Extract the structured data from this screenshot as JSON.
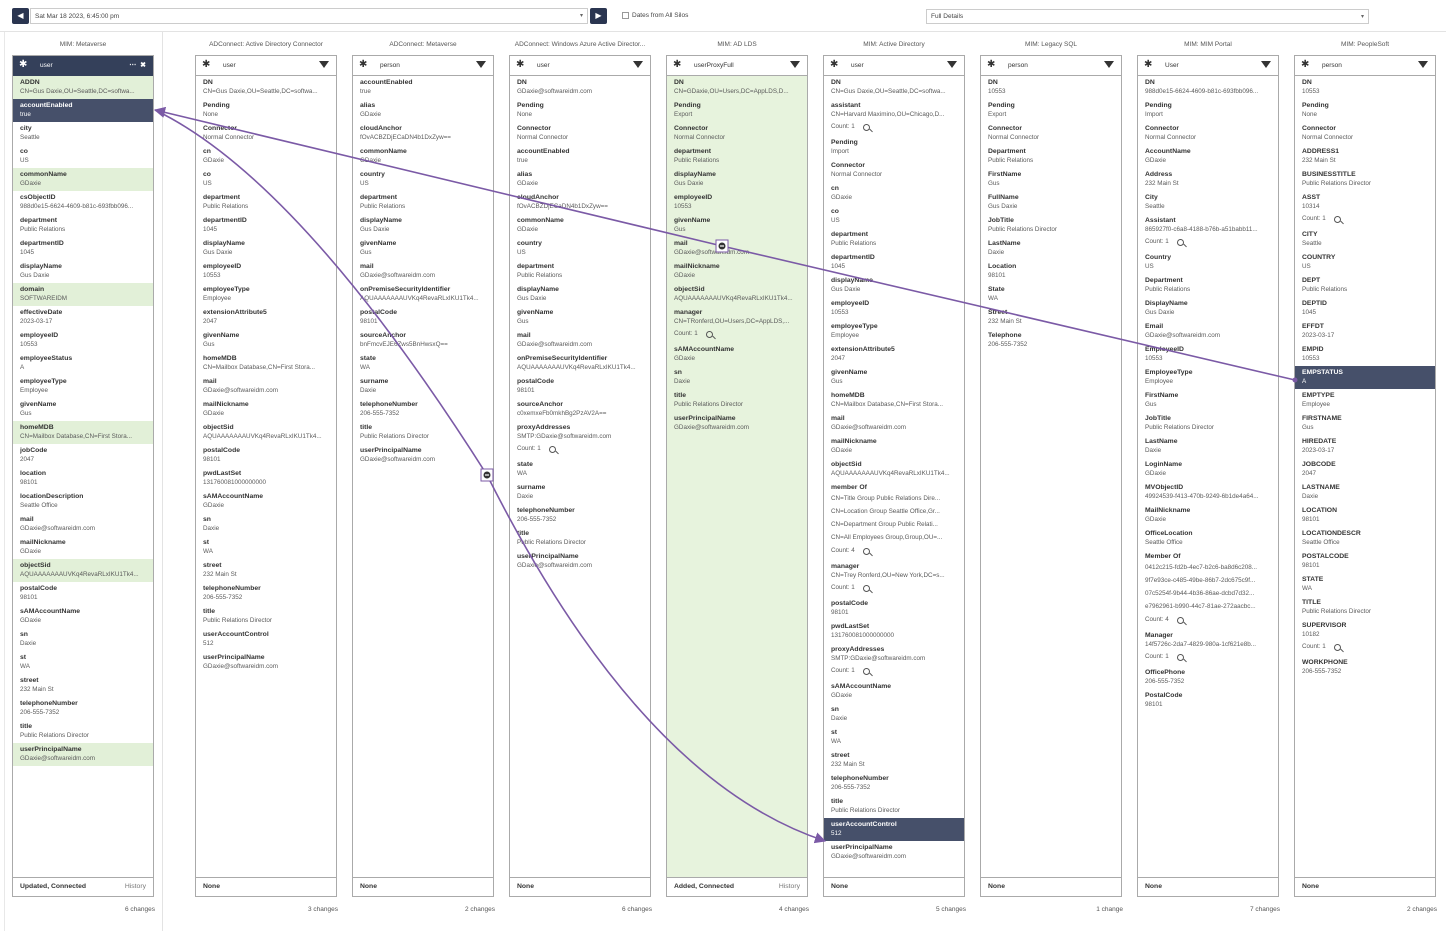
{
  "toolbar": {
    "prev": "◀",
    "next": "▶",
    "date": "Sat Mar 18 2023, 6:45:00 pm",
    "silos": "Dates from All Silos",
    "details": "Full Details"
  },
  "columns": [
    {
      "title": "MIM: Metaverse",
      "type": "user",
      "header": "dark",
      "controls": "⋯ ✖",
      "footer": "Updated, Connected",
      "history": "History",
      "changes": "6 changes",
      "attrs": [
        {
          "n": "ADDN",
          "v": "CN=Gus Daxie,OU=Seattle,DC=softwa...",
          "s": "hl"
        },
        {
          "n": "accountEnabled",
          "v": "true",
          "s": "sel"
        },
        {
          "n": "city",
          "v": "Seattle"
        },
        {
          "n": "co",
          "v": "US"
        },
        {
          "n": "commonName",
          "v": "GDaxie",
          "s": "hl"
        },
        {
          "n": "csObjectID",
          "v": "988d0e15-6624-4609-b81c-693fbb096..."
        },
        {
          "n": "department",
          "v": "Public Relations"
        },
        {
          "n": "departmentID",
          "v": "1045"
        },
        {
          "n": "displayName",
          "v": "Gus Daxie"
        },
        {
          "n": "domain",
          "v": "SOFTWAREIDM",
          "s": "hl"
        },
        {
          "n": "effectiveDate",
          "v": "2023-03-17"
        },
        {
          "n": "employeeID",
          "v": "10553"
        },
        {
          "n": "employeeStatus",
          "v": "A"
        },
        {
          "n": "employeeType",
          "v": "Employee"
        },
        {
          "n": "givenName",
          "v": "Gus"
        },
        {
          "n": "homeMDB",
          "v": "CN=Mailbox Database,CN=First Stora...",
          "s": "hl"
        },
        {
          "n": "jobCode",
          "v": "2047"
        },
        {
          "n": "location",
          "v": "98101"
        },
        {
          "n": "locationDescription",
          "v": "Seattle Office"
        },
        {
          "n": "mail",
          "v": "GDaxie@softwareidm.com"
        },
        {
          "n": "mailNickname",
          "v": "GDaxie"
        },
        {
          "n": "objectSid",
          "v": "AQUAAAAAAAUVKq4RevaRLxIKU1Tk4...",
          "s": "hl"
        },
        {
          "n": "postalCode",
          "v": "98101"
        },
        {
          "n": "sAMAccountName",
          "v": "GDaxie"
        },
        {
          "n": "sn",
          "v": "Daxie"
        },
        {
          "n": "st",
          "v": "WA"
        },
        {
          "n": "street",
          "v": "232 Main St"
        },
        {
          "n": "telephoneNumber",
          "v": "206-555-7352"
        },
        {
          "n": "title",
          "v": "Public Relations Director"
        },
        {
          "n": "userPrincipalName",
          "v": "GDaxie@softwareidm.com",
          "s": "hl"
        }
      ]
    },
    {
      "title": "ADConnect: Active Directory Connector",
      "type": "user",
      "footer": "None",
      "changes": "3 changes",
      "attrs": [
        {
          "n": "DN",
          "v": "CN=Gus Daxie,OU=Seattle,DC=softwa..."
        },
        {
          "n": "Pending",
          "v": "None"
        },
        {
          "n": "Connector",
          "v": "Normal Connector"
        },
        {
          "n": "cn",
          "v": "GDaxie"
        },
        {
          "n": "co",
          "v": "US"
        },
        {
          "n": "department",
          "v": "Public Relations"
        },
        {
          "n": "departmentID",
          "v": "1045"
        },
        {
          "n": "displayName",
          "v": "Gus Daxie"
        },
        {
          "n": "employeeID",
          "v": "10553"
        },
        {
          "n": "employeeType",
          "v": "Employee"
        },
        {
          "n": "extensionAttribute5",
          "v": "2047"
        },
        {
          "n": "givenName",
          "v": "Gus"
        },
        {
          "n": "homeMDB",
          "v": "CN=Mailbox Database,CN=First Stora..."
        },
        {
          "n": "mail",
          "v": "GDaxie@softwareidm.com"
        },
        {
          "n": "mailNickname",
          "v": "GDaxie"
        },
        {
          "n": "objectSid",
          "v": "AQUAAAAAAAUVKq4RevaRLxIKU1Tk4..."
        },
        {
          "n": "postalCode",
          "v": "98101"
        },
        {
          "n": "pwdLastSet",
          "v": "131760081000000000"
        },
        {
          "n": "sAMAccountName",
          "v": "GDaxie"
        },
        {
          "n": "sn",
          "v": "Daxie"
        },
        {
          "n": "st",
          "v": "WA"
        },
        {
          "n": "street",
          "v": "232 Main St"
        },
        {
          "n": "telephoneNumber",
          "v": "206-555-7352"
        },
        {
          "n": "title",
          "v": "Public Relations Director"
        },
        {
          "n": "userAccountControl",
          "v": "512"
        },
        {
          "n": "userPrincipalName",
          "v": "GDaxie@softwareidm.com"
        }
      ]
    },
    {
      "title": "ADConnect: Metaverse",
      "type": "person",
      "footer": "None",
      "changes": "2 changes",
      "attrs": [
        {
          "n": "accountEnabled",
          "v": "true"
        },
        {
          "n": "alias",
          "v": "GDaxie"
        },
        {
          "n": "cloudAnchor",
          "v": "fOvACBZDjECaDN4b1DxZyw=="
        },
        {
          "n": "commonName",
          "v": "GDaxie"
        },
        {
          "n": "country",
          "v": "US"
        },
        {
          "n": "department",
          "v": "Public Relations"
        },
        {
          "n": "displayName",
          "v": "Gus Daxie"
        },
        {
          "n": "givenName",
          "v": "Gus"
        },
        {
          "n": "mail",
          "v": "GDaxie@softwareidm.com"
        },
        {
          "n": "onPremiseSecurityIdentifier",
          "v": "AQUAAAAAAAUVKq4RevaRLxIKU1Tk4..."
        },
        {
          "n": "postalCode",
          "v": "98101"
        },
        {
          "n": "sourceAnchor",
          "v": "bnFmcvEJE6Zws5BnHwsxQ=="
        },
        {
          "n": "state",
          "v": "WA"
        },
        {
          "n": "surname",
          "v": "Daxie"
        },
        {
          "n": "telephoneNumber",
          "v": "206-555-7352"
        },
        {
          "n": "title",
          "v": "Public Relations Director"
        },
        {
          "n": "userPrincipalName",
          "v": "GDaxie@softwareidm.com"
        }
      ]
    },
    {
      "title": "ADConnect: Windows Azure Active Director...",
      "type": "user",
      "footer": "None",
      "changes": "6 changes",
      "attrs": [
        {
          "n": "DN",
          "v": "GDaxie@softwareidm.com"
        },
        {
          "n": "Pending",
          "v": "None"
        },
        {
          "n": "Connector",
          "v": "Normal Connector"
        },
        {
          "n": "accountEnabled",
          "v": "true"
        },
        {
          "n": "alias",
          "v": "GDaxie"
        },
        {
          "n": "cloudAnchor",
          "v": "fOvACBZDjECaDN4b1DxZyw=="
        },
        {
          "n": "commonName",
          "v": "GDaxie"
        },
        {
          "n": "country",
          "v": "US"
        },
        {
          "n": "department",
          "v": "Public Relations"
        },
        {
          "n": "displayName",
          "v": "Gus Daxie"
        },
        {
          "n": "givenName",
          "v": "Gus"
        },
        {
          "n": "mail",
          "v": "GDaxie@softwareidm.com"
        },
        {
          "n": "onPremiseSecurityIdentifier",
          "v": "AQUAAAAAAAUVKq4RevaRLxIKU1Tk4..."
        },
        {
          "n": "postalCode",
          "v": "98101"
        },
        {
          "n": "sourceAnchor",
          "v": "c0xemxeFb0mkhBg2PzAV2A=="
        },
        {
          "n": "proxyAddresses",
          "v": "SMTP:GDaxie@softwareidm.com",
          "c": "Count: 1"
        },
        {
          "n": "state",
          "v": "WA"
        },
        {
          "n": "surname",
          "v": "Daxie"
        },
        {
          "n": "telephoneNumber",
          "v": "206-555-7352"
        },
        {
          "n": "title",
          "v": "Public Relations Director"
        },
        {
          "n": "userPrincipalName",
          "v": "GDaxie@softwareidm.com"
        }
      ]
    },
    {
      "title": "MIM: AD LDS",
      "type": "userProxyFull",
      "filled": true,
      "footer": "Added, Connected",
      "history": "History",
      "changes": "4 changes",
      "attrs": [
        {
          "n": "DN",
          "v": "CN=GDaxie,OU=Users,DC=AppLDS,D..."
        },
        {
          "n": "Pending",
          "v": "Export"
        },
        {
          "n": "Connector",
          "v": "Normal Connector"
        },
        {
          "n": "department",
          "v": "Public Relations"
        },
        {
          "n": "displayName",
          "v": "Gus Daxie"
        },
        {
          "n": "employeeID",
          "v": "10553"
        },
        {
          "n": "givenName",
          "v": "Gus"
        },
        {
          "n": "mail",
          "v": "GDaxie@softwareidm.com"
        },
        {
          "n": "mailNickname",
          "v": "GDaxie"
        },
        {
          "n": "objectSid",
          "v": "AQUAAAAAAAUVKq4RevaRLxIKU1Tk4..."
        },
        {
          "n": "manager",
          "v": "CN=TRonferd,OU=Users,DC=AppLDS,...",
          "c": "Count: 1"
        },
        {
          "n": "sAMAccountName",
          "v": "GDaxie"
        },
        {
          "n": "sn",
          "v": "Daxie"
        },
        {
          "n": "title",
          "v": "Public Relations Director"
        },
        {
          "n": "userPrincipalName",
          "v": "GDaxie@softwareidm.com"
        }
      ]
    },
    {
      "title": "MIM: Active Directory",
      "type": "user",
      "footer": "None",
      "changes": "5 changes",
      "attrs": [
        {
          "n": "DN",
          "v": "CN=Gus Daxie,OU=Seattle,DC=softwa..."
        },
        {
          "n": "assistant",
          "v": "CN=Harvard Maximino,OU=Chicago,D...",
          "c": "Count: 1"
        },
        {
          "n": "Pending",
          "v": "Import"
        },
        {
          "n": "Connector",
          "v": "Normal Connector"
        },
        {
          "n": "cn",
          "v": "GDaxie"
        },
        {
          "n": "co",
          "v": "US"
        },
        {
          "n": "department",
          "v": "Public Relations"
        },
        {
          "n": "departmentID",
          "v": "1045"
        },
        {
          "n": "displayName",
          "v": "Gus Daxie"
        },
        {
          "n": "employeeID",
          "v": "10553"
        },
        {
          "n": "employeeType",
          "v": "Employee"
        },
        {
          "n": "extensionAttribute5",
          "v": "2047"
        },
        {
          "n": "givenName",
          "v": "Gus"
        },
        {
          "n": "homeMDB",
          "v": "CN=Mailbox Database,CN=First Stora..."
        },
        {
          "n": "mail",
          "v": "GDaxie@softwareidm.com"
        },
        {
          "n": "mailNickname",
          "v": "GDaxie"
        },
        {
          "n": "objectSid",
          "v": "AQUAAAAAAAUVKq4RevaRLxIKU1Tk4..."
        },
        {
          "n": "member Of",
          "vs": [
            "CN=Title Group    Public Relations Dire...",
            "CN=Location Group    Seattle Office,Gr...",
            "CN=Department Group    Public Relati...",
            "CN=All Employees Group,Group,OU=..."
          ],
          "c": "Count: 4"
        },
        {
          "n": "manager",
          "v": "CN=Trey Ronferd,OU=New York,DC=s...",
          "c": "Count: 1"
        },
        {
          "n": "postalCode",
          "v": "98101"
        },
        {
          "n": "pwdLastSet",
          "v": "131760081000000000"
        },
        {
          "n": "proxyAddresses",
          "v": "SMTP:GDaxie@softwareidm.com",
          "c": "Count: 1"
        },
        {
          "n": "sAMAccountName",
          "v": "GDaxie"
        },
        {
          "n": "sn",
          "v": "Daxie"
        },
        {
          "n": "st",
          "v": "WA"
        },
        {
          "n": "street",
          "v": "232 Main St"
        },
        {
          "n": "telephoneNumber",
          "v": "206-555-7352"
        },
        {
          "n": "title",
          "v": "Public Relations Director"
        },
        {
          "n": "userAccountControl",
          "v": "512",
          "s": "sel"
        },
        {
          "n": "userPrincipalName",
          "v": "GDaxie@softwareidm.com"
        }
      ]
    },
    {
      "title": "MIM: Legacy SQL",
      "type": "person",
      "footer": "None",
      "changes": "1 change",
      "attrs": [
        {
          "n": "DN",
          "v": "10553"
        },
        {
          "n": "Pending",
          "v": "Export"
        },
        {
          "n": "Connector",
          "v": "Normal Connector"
        },
        {
          "n": "Department",
          "v": "Public Relations"
        },
        {
          "n": "FirstName",
          "v": "Gus"
        },
        {
          "n": "FullName",
          "v": "Gus Daxie"
        },
        {
          "n": "JobTitle",
          "v": "Public Relations Director"
        },
        {
          "n": "LastName",
          "v": "Daxie"
        },
        {
          "n": "Location",
          "v": "98101"
        },
        {
          "n": "State",
          "v": "WA"
        },
        {
          "n": "Street",
          "v": "232 Main St"
        },
        {
          "n": "Telephone",
          "v": "206-555-7352"
        }
      ]
    },
    {
      "title": "MIM: MIM Portal",
      "type": "User",
      "footer": "None",
      "changes": "7 changes",
      "attrs": [
        {
          "n": "DN",
          "v": "988d0e15-6624-4609-b81c-693fbb096..."
        },
        {
          "n": "Pending",
          "v": "Import"
        },
        {
          "n": "Connector",
          "v": "Normal Connector"
        },
        {
          "n": "AccountName",
          "v": "GDaxie"
        },
        {
          "n": "Address",
          "v": "232 Main St"
        },
        {
          "n": "City",
          "v": "Seattle"
        },
        {
          "n": "Assistant",
          "v": "865927f0-c6a8-4188-b76b-a51babb11...",
          "c": "Count: 1"
        },
        {
          "n": "Country",
          "v": "US"
        },
        {
          "n": "Department",
          "v": "Public Relations"
        },
        {
          "n": "DisplayName",
          "v": "Gus Daxie"
        },
        {
          "n": "Email",
          "v": "GDaxie@softwareidm.com"
        },
        {
          "n": "EmployeeID",
          "v": "10553"
        },
        {
          "n": "EmployeeType",
          "v": "Employee"
        },
        {
          "n": "FirstName",
          "v": "Gus"
        },
        {
          "n": "JobTitle",
          "v": "Public Relations Director"
        },
        {
          "n": "LastName",
          "v": "Daxie"
        },
        {
          "n": "LoginName",
          "v": "GDaxie"
        },
        {
          "n": "MVObjectID",
          "v": "49924539-f413-470b-9249-6b1de4a64..."
        },
        {
          "n": "MailNickname",
          "v": "GDaxie"
        },
        {
          "n": "OfficeLocation",
          "v": "Seattle Office"
        },
        {
          "n": "Member Of",
          "vs": [
            "0412c215-fd2b-4ec7-b2c6-ba8d6c208...",
            "9f7e93ce-c485-49be-86b7-2dc675c9f...",
            "07c5254f-9b44-4b36-86ae-dcbd7d32...",
            "e7962961-b990-44c7-81ae-272aacbc..."
          ],
          "c": "Count: 4"
        },
        {
          "n": "Manager",
          "v": "14f5726c-2da7-4829-980a-1cf621e8b...",
          "c": "Count: 1"
        },
        {
          "n": "OfficePhone",
          "v": "206-555-7352"
        },
        {
          "n": "PostalCode",
          "v": "98101"
        }
      ]
    },
    {
      "title": "MIM: PeopleSoft",
      "type": "person",
      "footer": "None",
      "changes": "2 changes",
      "attrs": [
        {
          "n": "DN",
          "v": "10553"
        },
        {
          "n": "Pending",
          "v": "None"
        },
        {
          "n": "Connector",
          "v": "Normal Connector"
        },
        {
          "n": "ADDRESS1",
          "v": "232 Main St"
        },
        {
          "n": "BUSINESSTITLE",
          "v": "Public Relations Director"
        },
        {
          "n": "ASST",
          "v": "10314",
          "c": "Count: 1"
        },
        {
          "n": "CITY",
          "v": "Seattle"
        },
        {
          "n": "COUNTRY",
          "v": "US"
        },
        {
          "n": "DEPT",
          "v": "Public Relations"
        },
        {
          "n": "DEPTID",
          "v": "1045"
        },
        {
          "n": "EFFDT",
          "v": "2023-03-17"
        },
        {
          "n": "EMPID",
          "v": "10553"
        },
        {
          "n": "EMPSTATUS",
          "v": "A",
          "s": "sel"
        },
        {
          "n": "EMPTYPE",
          "v": "Employee"
        },
        {
          "n": "FIRSTNAME",
          "v": "Gus"
        },
        {
          "n": "HIREDATE",
          "v": "2023-03-17"
        },
        {
          "n": "JOBCODE",
          "v": "2047"
        },
        {
          "n": "LASTNAME",
          "v": "Daxie"
        },
        {
          "n": "LOCATION",
          "v": "98101"
        },
        {
          "n": "LOCATIONDESCR",
          "v": "Seattle Office"
        },
        {
          "n": "POSTALCODE",
          "v": "98101"
        },
        {
          "n": "STATE",
          "v": "WA"
        },
        {
          "n": "TITLE",
          "v": "Public Relations Director"
        },
        {
          "n": "SUPERVISOR",
          "v": "10182",
          "c": "Count: 1"
        },
        {
          "n": "WORKPHONE",
          "v": "206-555-7352"
        }
      ]
    }
  ],
  "colors": {
    "arrow": "#7b5aa6",
    "selected": "#46506a",
    "header_dark": "#34405a",
    "highlight": "#e2f0d8"
  }
}
